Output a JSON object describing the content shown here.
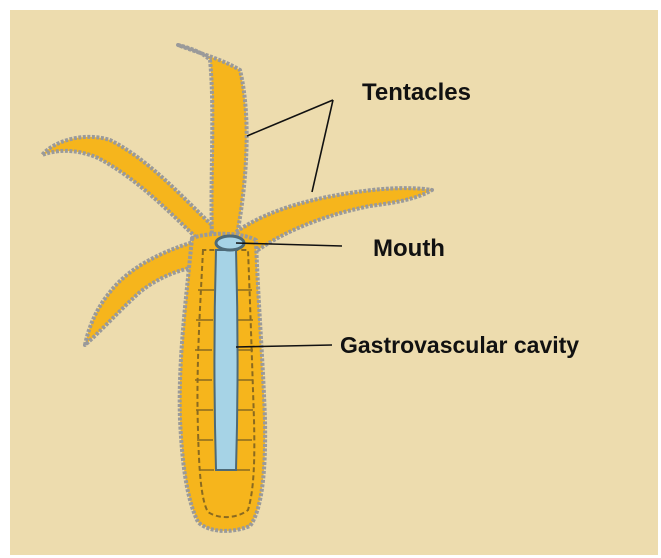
{
  "diagram": {
    "labels": {
      "tentacles": "Tentacles",
      "mouth": "Mouth",
      "cavity": "Gastrovascular cavity"
    }
  },
  "colors": {
    "page": "#ffffff",
    "panel": "#eddcae",
    "body": "#f6b51c",
    "outline": "#9a9a9a",
    "cavity": "#a6d3e6",
    "cavity_outline": "#4d6a78",
    "leader": "#111111",
    "cell_line": "#8a6a20"
  }
}
